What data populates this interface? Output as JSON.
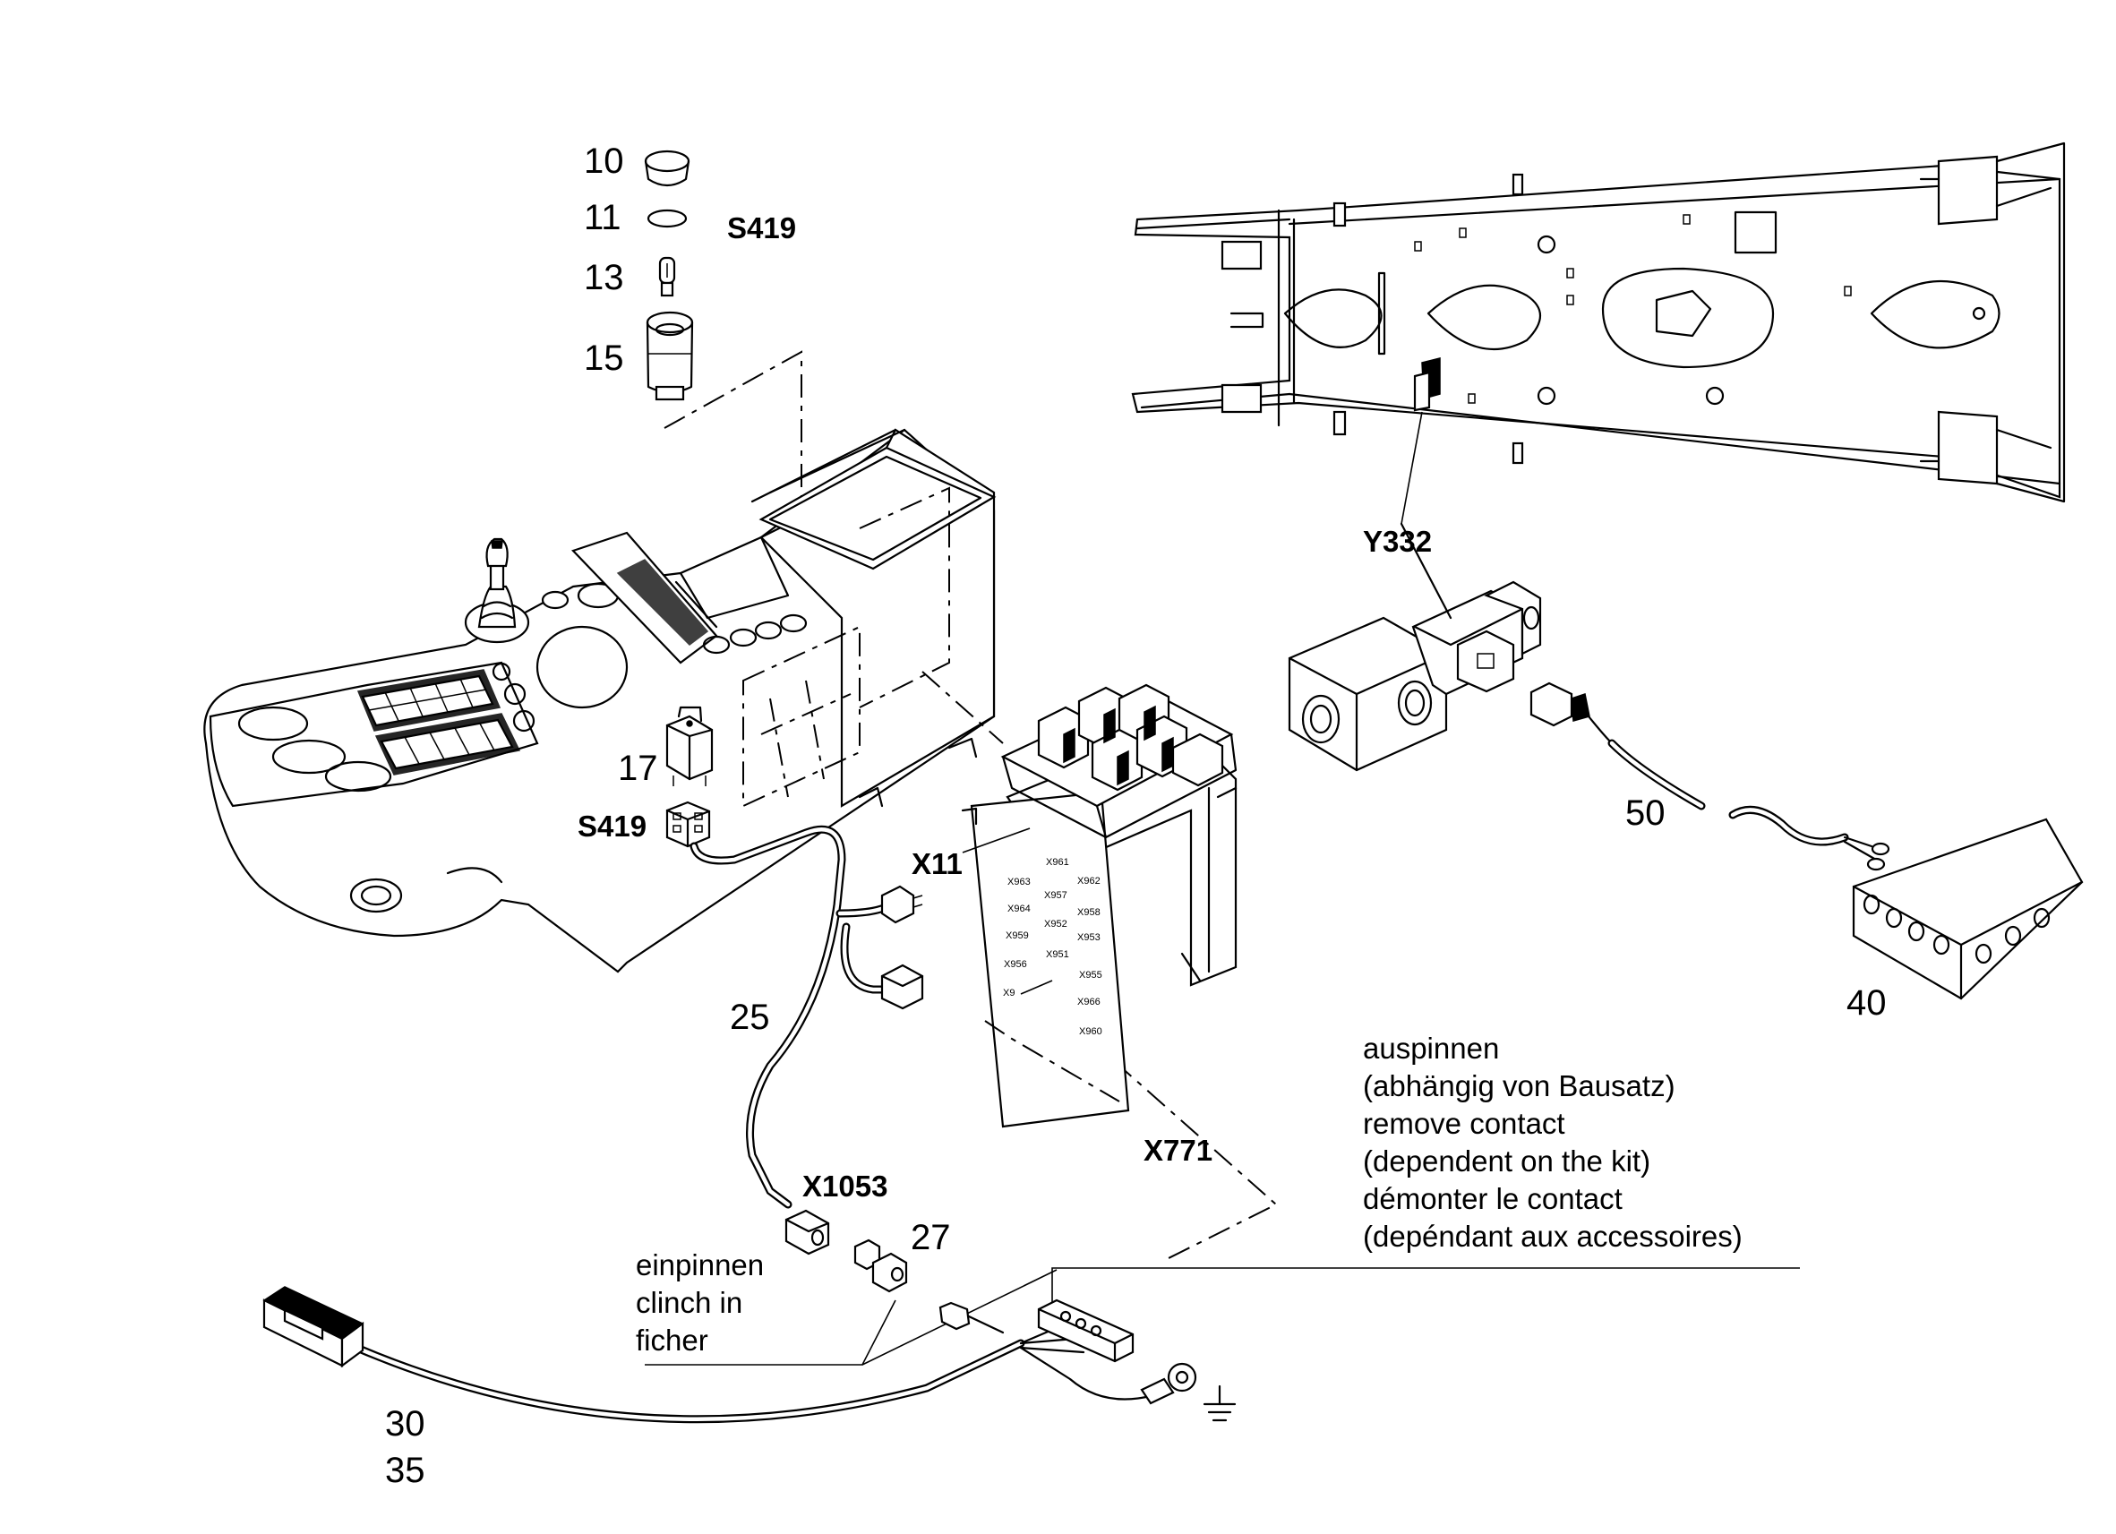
{
  "part_numbers": {
    "p10": "10",
    "p11": "11",
    "p13": "13",
    "p15": "15",
    "p17": "17",
    "p25": "25",
    "p27": "27",
    "p30": "30",
    "p35": "35",
    "p40": "40",
    "p50": "50"
  },
  "component_codes": {
    "s419_top": "S419",
    "s419_mid": "S419",
    "y332": "Y332",
    "x11": "X11",
    "x1053": "X1053",
    "x771": "X771"
  },
  "fuse_labels": [
    "X961",
    "X962",
    "X963",
    "X957",
    "X958",
    "X964",
    "X952",
    "X959",
    "X953",
    "X955",
    "X956",
    "X951",
    "X9",
    "X966",
    "X960"
  ],
  "notes": {
    "remove_contact": [
      "auspinnen",
      "(abhängig von Bausatz)",
      "remove contact",
      "(dependent on the kit)",
      "démonter le contact",
      "(depéndant aux accessoires)"
    ],
    "clinch_in": [
      "einpinnen",
      "clinch in",
      "ficher"
    ]
  }
}
